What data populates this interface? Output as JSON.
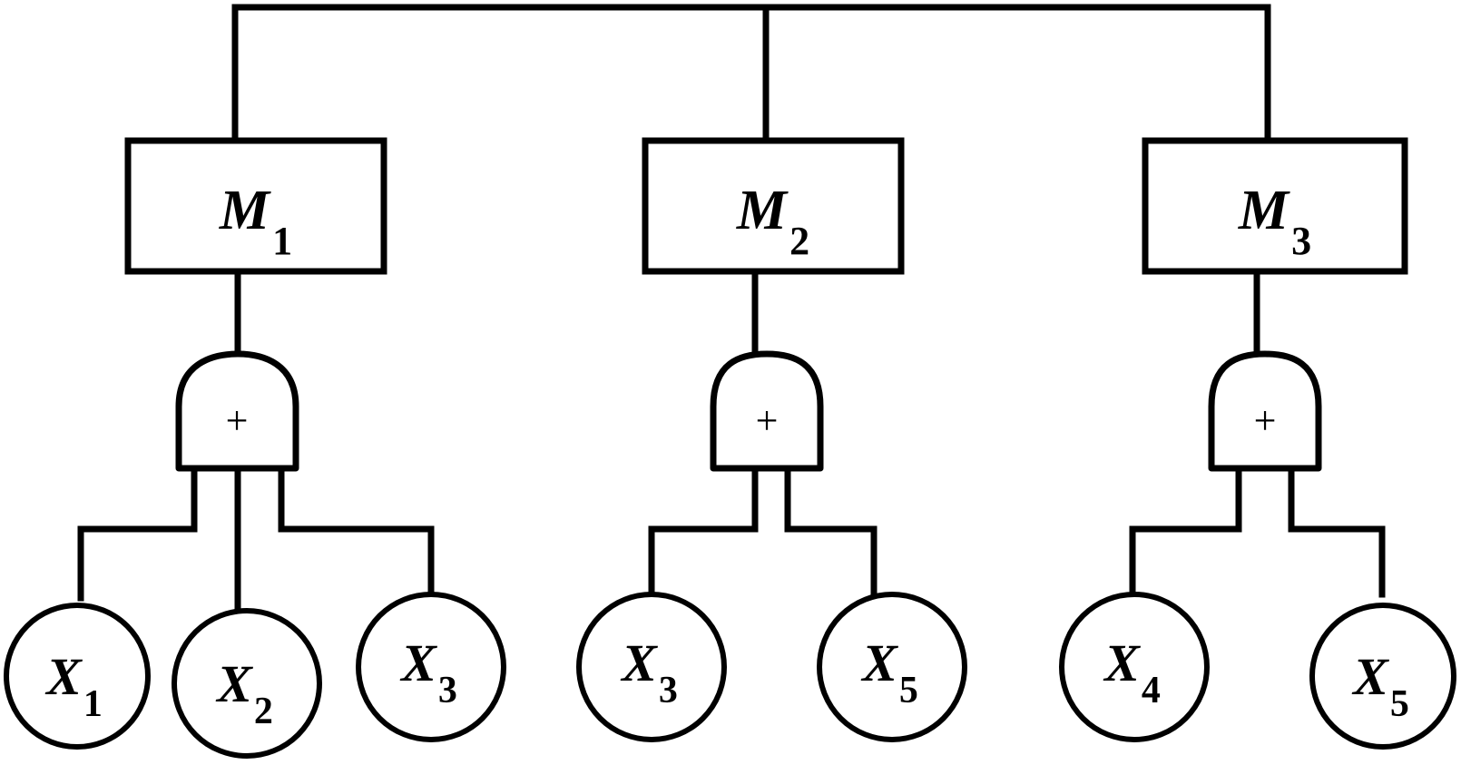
{
  "modules": [
    {
      "base": "M",
      "sub": "1"
    },
    {
      "base": "M",
      "sub": "2"
    },
    {
      "base": "M",
      "sub": "3"
    }
  ],
  "gates": [
    {
      "symbol": "+"
    },
    {
      "symbol": "+"
    },
    {
      "symbol": "+"
    }
  ],
  "events": [
    {
      "base": "X",
      "sub": "1"
    },
    {
      "base": "X",
      "sub": "2"
    },
    {
      "base": "X",
      "sub": "3"
    },
    {
      "base": "X",
      "sub": "3"
    },
    {
      "base": "X",
      "sub": "5"
    },
    {
      "base": "X",
      "sub": "4"
    },
    {
      "base": "X",
      "sub": "5"
    }
  ]
}
